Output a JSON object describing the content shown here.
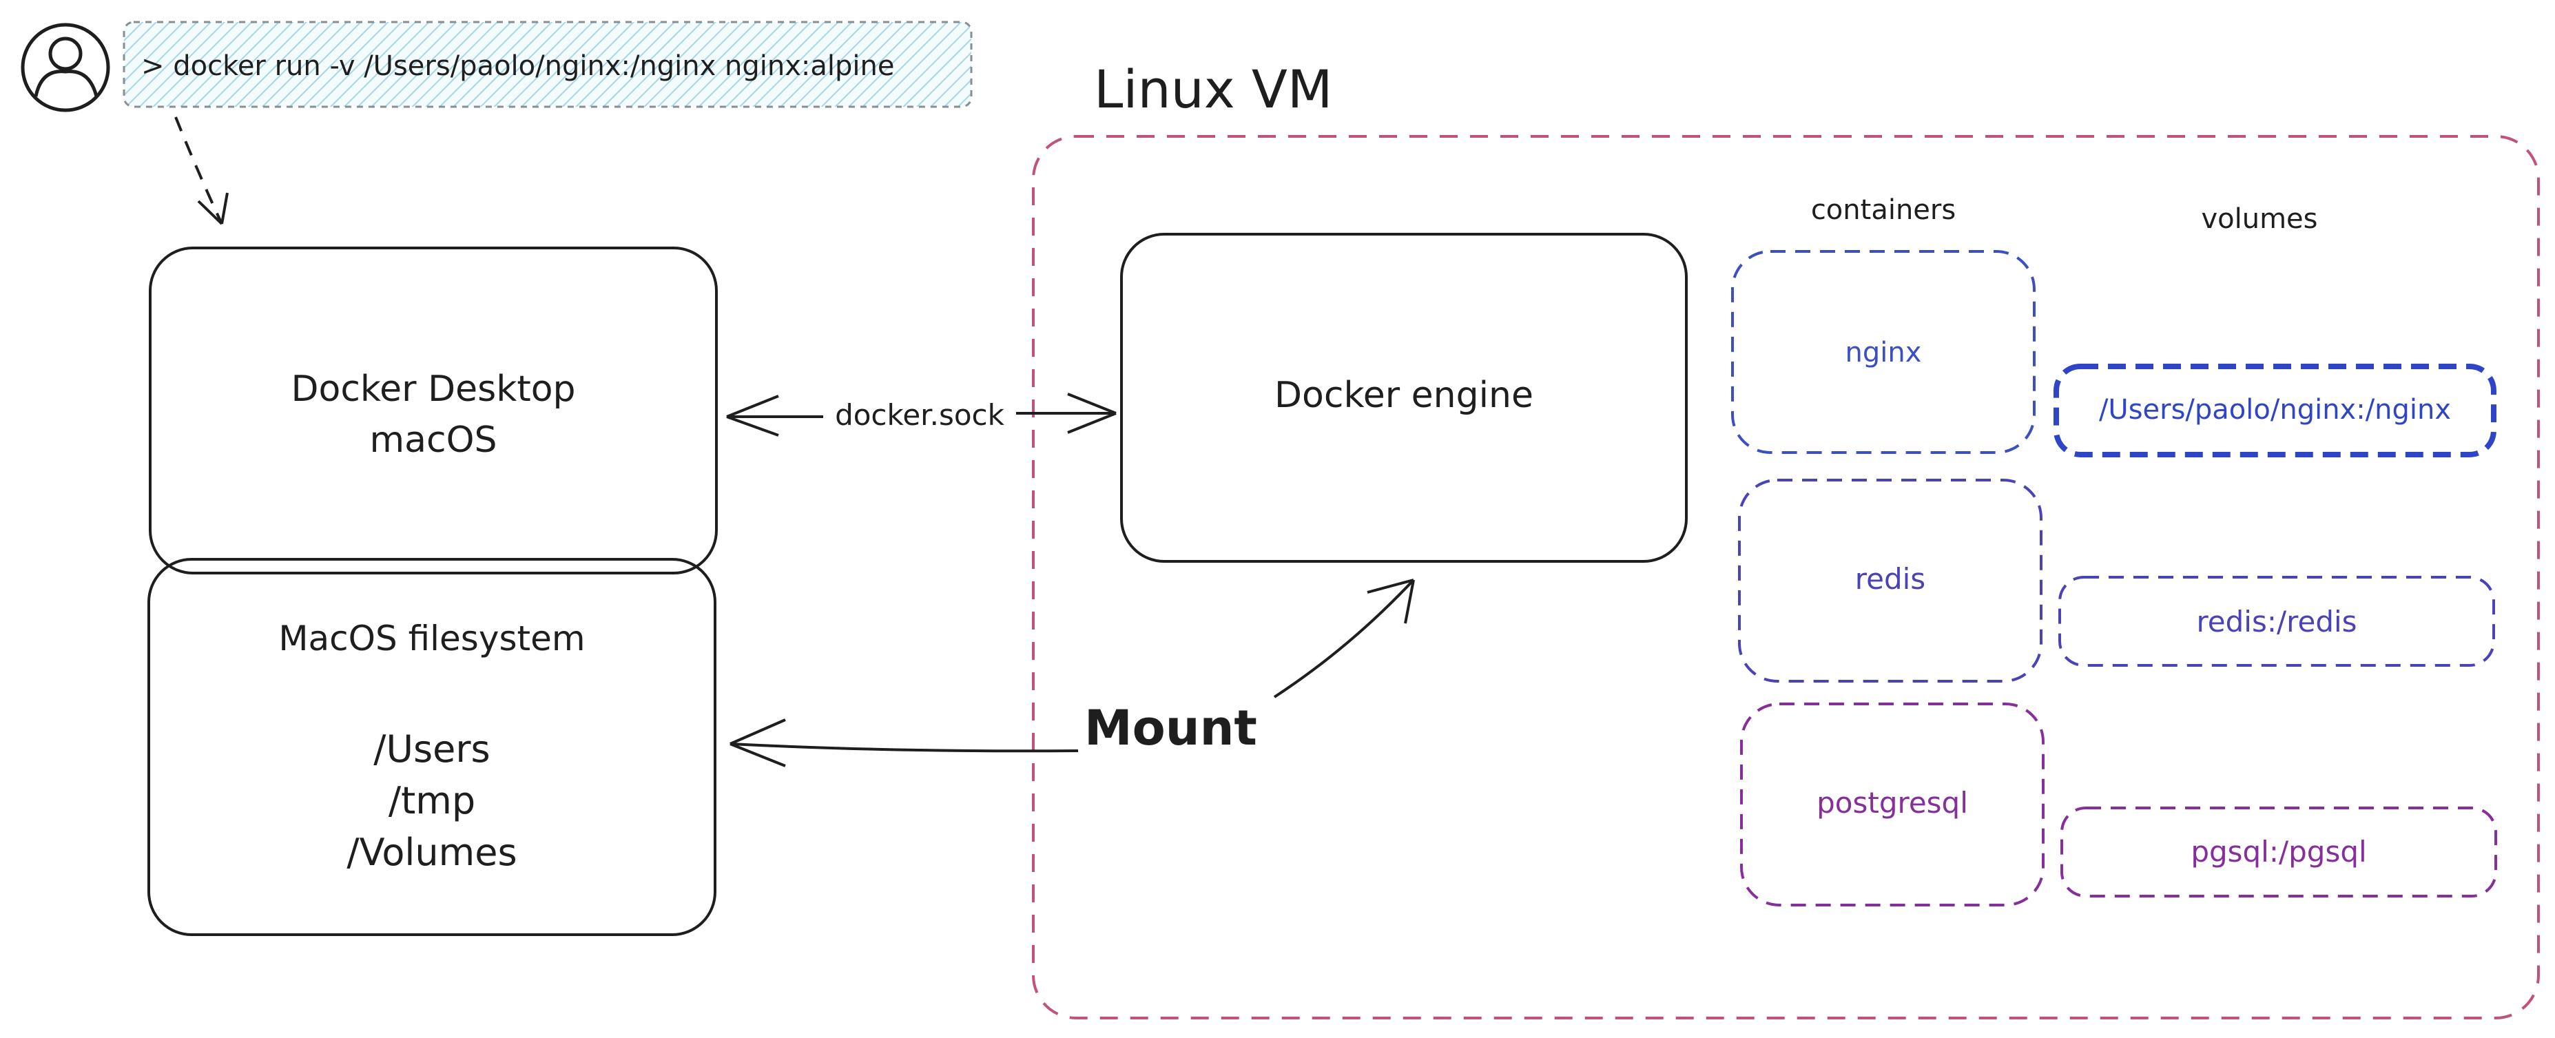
{
  "command": {
    "text": "> docker run -v /Users/paolo/nginx:/nginx nginx:alpine"
  },
  "vm": {
    "title": "Linux VM"
  },
  "host": {
    "desktop_label": "Docker Desktop\nmacOS",
    "filesystem_title": "MacOS filesystem",
    "filesystem_paths": "/Users\n/tmp\n/Volumes"
  },
  "engine": {
    "label": "Docker engine"
  },
  "connectors": {
    "socket_label": "docker.sock",
    "mount_label": "Mount"
  },
  "columns": {
    "containers": "containers",
    "volumes": "volumes"
  },
  "containers": [
    {
      "name": "nginx",
      "color": "#3b4fc4"
    },
    {
      "name": "redis",
      "color": "#4a43b8"
    },
    {
      "name": "postgresql",
      "color": "#862e9c"
    }
  ],
  "volumes": [
    {
      "mapping": "/Users/paolo/nginx:/nginx",
      "color": "#2f45c7"
    },
    {
      "mapping": "redis:/redis",
      "color": "#4a43b8"
    },
    {
      "mapping": "pgsql:/pgsql",
      "color": "#862e9c"
    }
  ],
  "colors": {
    "vm_border": "#c2527b",
    "stroke": "#1e1e1e",
    "command_fill": "#a5d8e6"
  }
}
